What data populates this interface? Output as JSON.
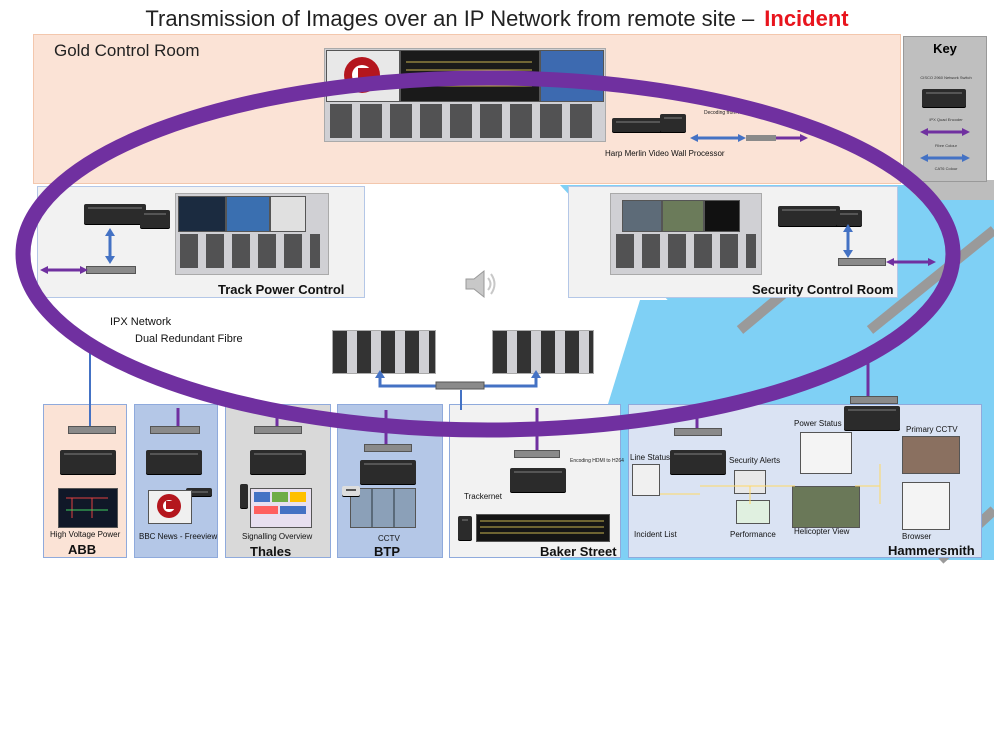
{
  "title": {
    "main": "Transmission of Images over an IP Network from remote site –",
    "highlight": "Incident"
  },
  "gold_room": {
    "label": "Gold Control Room",
    "processor_label": "Harp Merlin Video Wall Processor",
    "decode_note": "Decoding from H264 to HDMI"
  },
  "key": {
    "title": "Key",
    "items": [
      "CISCO 2960 Network Switch",
      "IPX Quad Encoder",
      "Fibre Colour",
      "CAT6 Colour"
    ]
  },
  "rooms": {
    "track_power": "Track Power Control",
    "security": "Security Control Room"
  },
  "network": {
    "line1": "IPX Network",
    "line2": "Dual Redundant Fibre"
  },
  "sites": {
    "abb": {
      "name": "ABB",
      "caption": "High Voltage Power"
    },
    "bbc": {
      "name": "",
      "caption": "BBC News - Freeview"
    },
    "thales": {
      "name": "Thales",
      "caption": "Signalling Overview"
    },
    "btp": {
      "name": "BTP",
      "caption": "CCTV"
    },
    "baker": {
      "name": "Baker Street",
      "caption": "Trackernet",
      "encode_note": "Encoding HDMI to H264"
    },
    "hammersmith": {
      "name": "Hammersmith",
      "labels": [
        "Power Status",
        "Primary CCTV",
        "Line Status",
        "Security Alerts",
        "Incident List",
        "Performance",
        "Helicopter View",
        "Browser"
      ]
    }
  },
  "colors": {
    "fibre": "#7030a0",
    "cat6": "#4472c4",
    "incident": "#e8141d",
    "gold_bg": "#fbe3d6"
  },
  "icons": {
    "speaker": "speaker-icon"
  }
}
